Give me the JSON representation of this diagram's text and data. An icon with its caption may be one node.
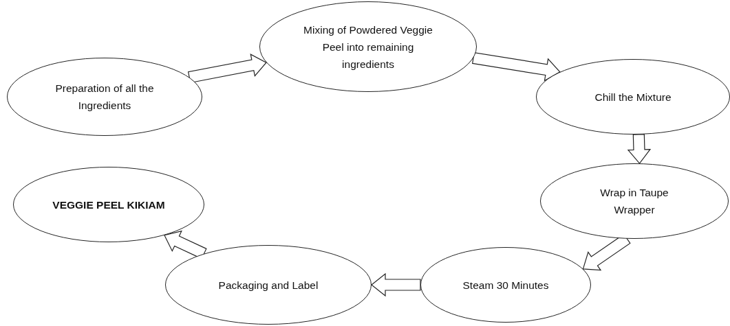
{
  "diagram": {
    "nodes": [
      {
        "text": [
          "Preparation of all the Ingredients"
        ]
      },
      {
        "text": [
          "Mixing of Powdered Veggie Peel into remaining ingredients"
        ]
      },
      {
        "text": [
          "Chill the Mixture"
        ]
      },
      {
        "text": [
          "Wrap in Taupe Wrapper"
        ]
      },
      {
        "text": [
          "Steam 30 Minutes"
        ]
      },
      {
        "text": [
          "Packaging and Label"
        ]
      },
      {
        "text": [
          "VEGGIE PEEL KIKIAM"
        ]
      }
    ],
    "edges": [
      {
        "from": 0,
        "to": 1,
        "arrow": "to"
      },
      {
        "from": 1,
        "to": 2,
        "arrow": "to"
      },
      {
        "from": 2,
        "to": 3,
        "arrow": "to"
      },
      {
        "from": 3,
        "to": 4,
        "arrow": "to"
      },
      {
        "from": 4,
        "to": 5,
        "arrow": "to"
      },
      {
        "from": 5,
        "to": 6,
        "arrow": "to"
      }
    ]
  }
}
